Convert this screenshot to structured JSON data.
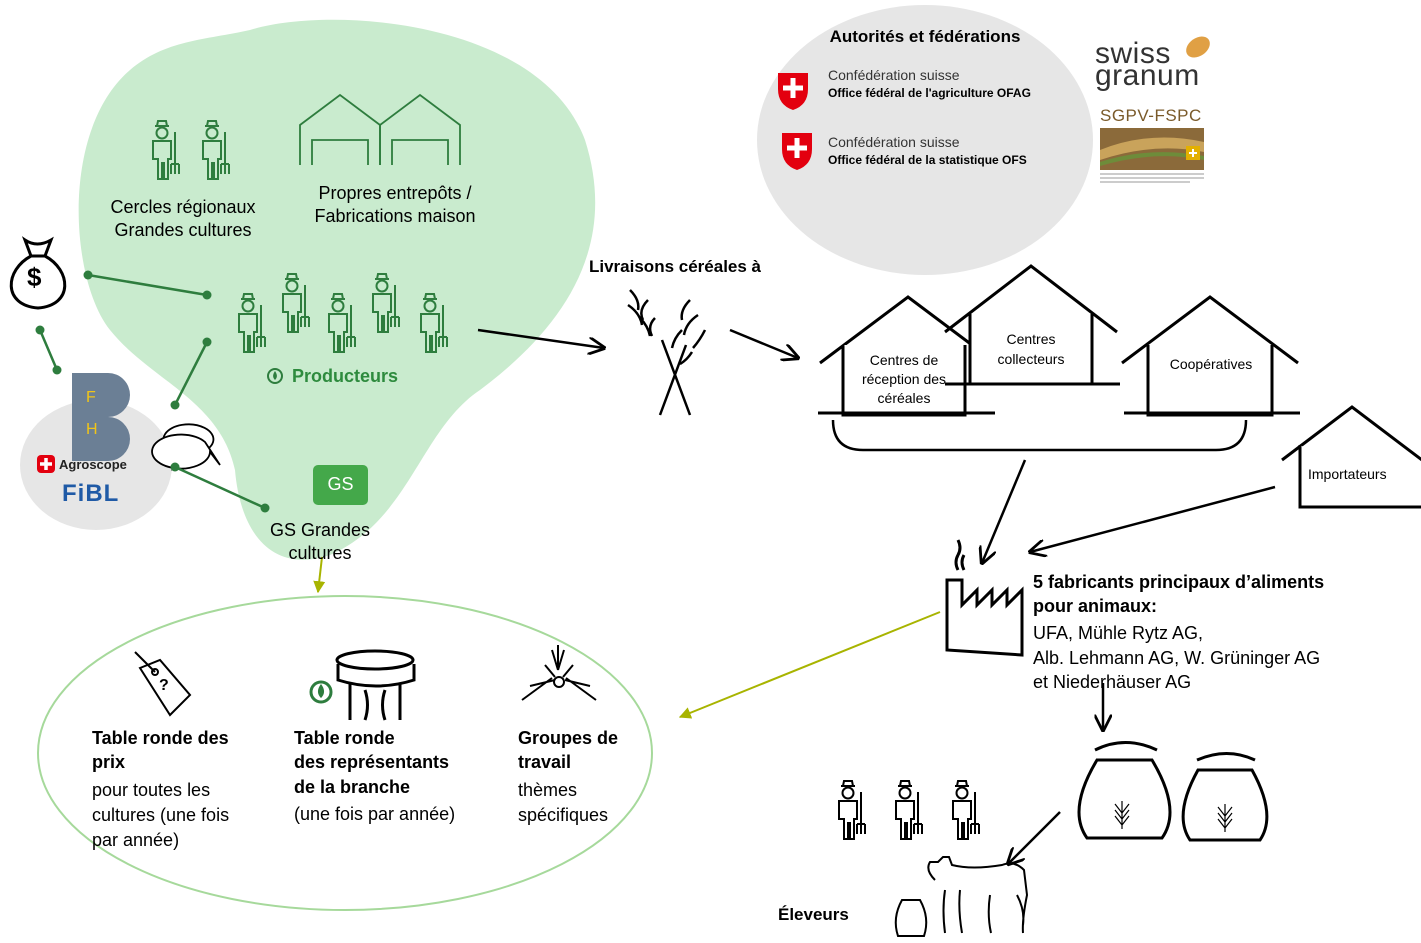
{
  "authorities": {
    "title": "Autorités et fédérations",
    "ofag_line1": "Confédération suisse",
    "ofag_line2": "Office fédéral de l'agriculture OFAG",
    "ofs_line1": "Confédération suisse",
    "ofs_line2": "Office fédéral de la statistique OFS",
    "swissgranum_line1": "swiss",
    "swissgranum_line2": "granum",
    "sgpv": "SGPV-FSPC"
  },
  "producer_area": {
    "cercles_line1": "Cercles régionaux",
    "cercles_line2": "Grandes cultures",
    "entrepots_line1": "Propres entrepôts /",
    "entrepots_line2": "Fabrications maison",
    "producteurs": "Producteurs",
    "gs_badge": "GS",
    "gs_line1": "GS Grandes",
    "gs_line2": "cultures"
  },
  "research": {
    "fh_f": "F",
    "fh_h": "H",
    "agroscope": "Agroscope",
    "fibl": "FiBL",
    "dollar": "$"
  },
  "flow": {
    "livraisons": "Livraisons céréales à",
    "centres_reception_line1": "Centres de",
    "centres_reception_line2": "réception des",
    "centres_reception_line3": "céréales",
    "centres_collecteurs_line1": "Centres",
    "centres_collecteurs_line2": "collecteurs",
    "cooperatives": "Coopératives",
    "importateurs": "Importateurs"
  },
  "fabricants": {
    "title_line1": "5 fabricants principaux d’aliments",
    "title_line2": "pour animaux:",
    "line1": "UFA, Mühle Rytz AG,",
    "line2": "Alb. Lehmann AG, W. Grüninger AG",
    "line3": "et Niederhäuser AG"
  },
  "eleveurs": "Éleveurs",
  "round_tables": {
    "prix_title_line1": "Table ronde des",
    "prix_title_line2": "prix",
    "prix_desc_line1": "pour toutes les",
    "prix_desc_line2": "cultures (une fois",
    "prix_desc_line3": "par année)",
    "branche_title_line1": "Table ronde",
    "branche_title_line2": "des représentants",
    "branche_title_line3": "de la branche",
    "branche_desc": "(une fois par année)",
    "groupes_title_line1": "Groupes de",
    "groupes_title_line2": "travail",
    "groupes_desc_line1": "thèmes",
    "groupes_desc_line2": "spécifiques"
  },
  "colors": {
    "blob_green": "#c9ebce",
    "line_green": "#2e7d3e",
    "arrow_olive": "#a8b400",
    "gray_circle": "#e6e6e6",
    "swiss_red": "#e3000f"
  }
}
